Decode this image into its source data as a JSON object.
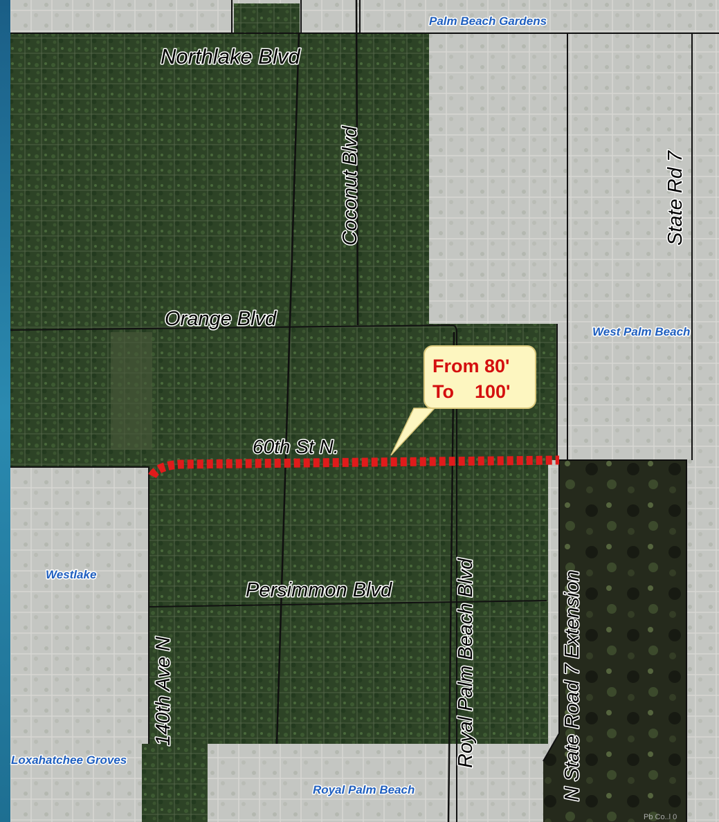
{
  "colors": {
    "frame_blue": "#1d6f96",
    "aerial_green": "#2f4527",
    "muted_gray": "#c6c7c4",
    "dark_preserve": "#202419",
    "widening_red": "#e01b1b",
    "callout_fill": "#fdf6c0",
    "callout_text": "#d40f0f",
    "place_label": "#1f5fbf"
  },
  "places": {
    "palm_beach_gardens": "Palm Beach Gardens",
    "west_palm_beach": "West Palm Beach",
    "westlake": "Westlake",
    "loxahatchee_groves": "Loxahatchee Groves",
    "royal_palm_beach": "Royal Palm Beach"
  },
  "roads": {
    "northlake": "Northlake Blvd",
    "coconut": "Coconut Blvd",
    "state_rd_7": "State Rd 7",
    "orange": "Orange Blvd",
    "sixtieth": "60th St N.",
    "persimmon": "Persimmon Blvd",
    "ave_140th": "140th Ave N",
    "royal_palm_beach_blvd": "Royal Palm Beach Blvd",
    "sr7_extension": "N State Road 7 Extension"
  },
  "callout": {
    "from_text": "From 80'",
    "to_text": "To    100'"
  },
  "watermark": "Pb Co..l 0"
}
